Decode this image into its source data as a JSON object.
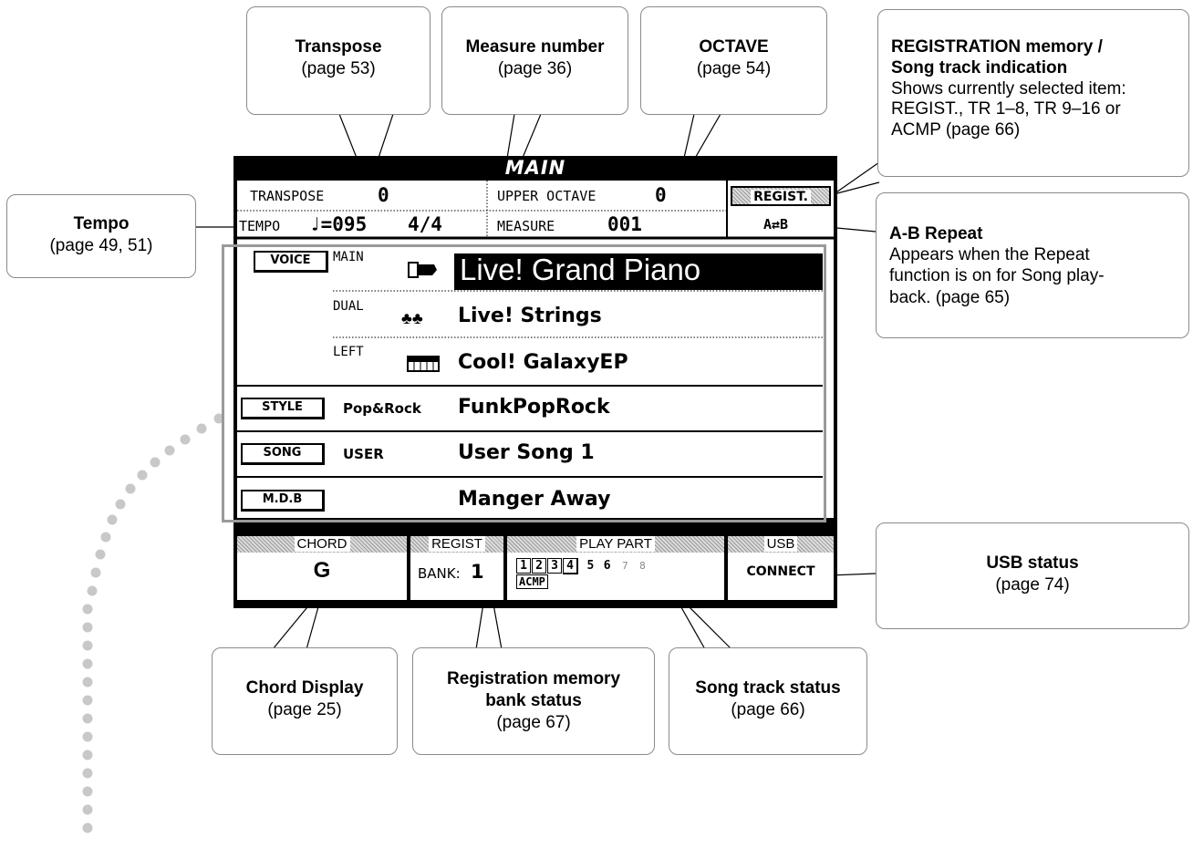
{
  "callouts": {
    "transpose": {
      "title": "Transpose",
      "page": "(page 53)"
    },
    "measure": {
      "title": "Measure number",
      "page": "(page 36)"
    },
    "octave": {
      "title": "OCTAVE",
      "page": "(page 54)"
    },
    "registration": {
      "title1": "REGISTRATION memory /",
      "title2": "Song track indication",
      "body1": "Shows currently selected item:",
      "body2": "REGIST., TR 1–8, TR 9–16 or",
      "body3": "ACMP (page 66)"
    },
    "tempo": {
      "title": "Tempo",
      "page": "(page 49, 51)"
    },
    "ab_repeat": {
      "title": "A-B Repeat",
      "body1": "Appears when the Repeat",
      "body2": "function is on for Song play-",
      "body3": "back. (page 65)"
    },
    "usb": {
      "title": "USB status",
      "page": "(page 74)"
    },
    "chord": {
      "title": "Chord Display",
      "page": "(page 25)"
    },
    "regbank": {
      "title1": "Registration memory",
      "title2": "bank status",
      "page": "(page 67)"
    },
    "songtrack": {
      "title": "Song track status",
      "page": "(page 66)"
    }
  },
  "lcd": {
    "title": "MAIN",
    "transpose_label": "TRANSPOSE",
    "transpose_value": "0",
    "upper_octave_label": "UPPER OCTAVE",
    "upper_octave_value": "0",
    "regist_tag": "REGIST.",
    "tempo_label": "TEMPO",
    "tempo_value": "♩=095",
    "time_sig": "4/4",
    "measure_label": "MEASURE",
    "measure_value": "001",
    "ab_indicator": "A⇄B",
    "voice_tag": "VOICE",
    "main_label": "MAIN",
    "main_voice": "Live! Grand Piano",
    "dual_label": "DUAL",
    "dual_voice": "Live! Strings",
    "left_label": "LEFT",
    "left_voice": "Cool! GalaxyEP",
    "style_tag": "STYLE",
    "style_category": "Pop&Rock",
    "style_name": "FunkPopRock",
    "song_tag": "SONG",
    "song_category": "USER",
    "song_name": "User Song 1",
    "mdb_tag": "M.D.B",
    "mdb_name": "Manger Away",
    "chord_header": "CHORD",
    "chord_value": "G",
    "regist_header": "REGIST",
    "bank_label": "BANK:",
    "bank_value": "1",
    "playpart_header": "PLAY PART",
    "tracks": [
      "1",
      "2",
      "3",
      "4",
      "5",
      "6",
      "7",
      "8"
    ],
    "acmp": "ACMP",
    "usb_header": "USB",
    "usb_value": "CONNECT"
  },
  "colors": {
    "lcd_black": "#000000",
    "callout_border": "#8a8a8a",
    "highlight_frame": "#9a9a9a",
    "dots": "#c8c8c8"
  }
}
